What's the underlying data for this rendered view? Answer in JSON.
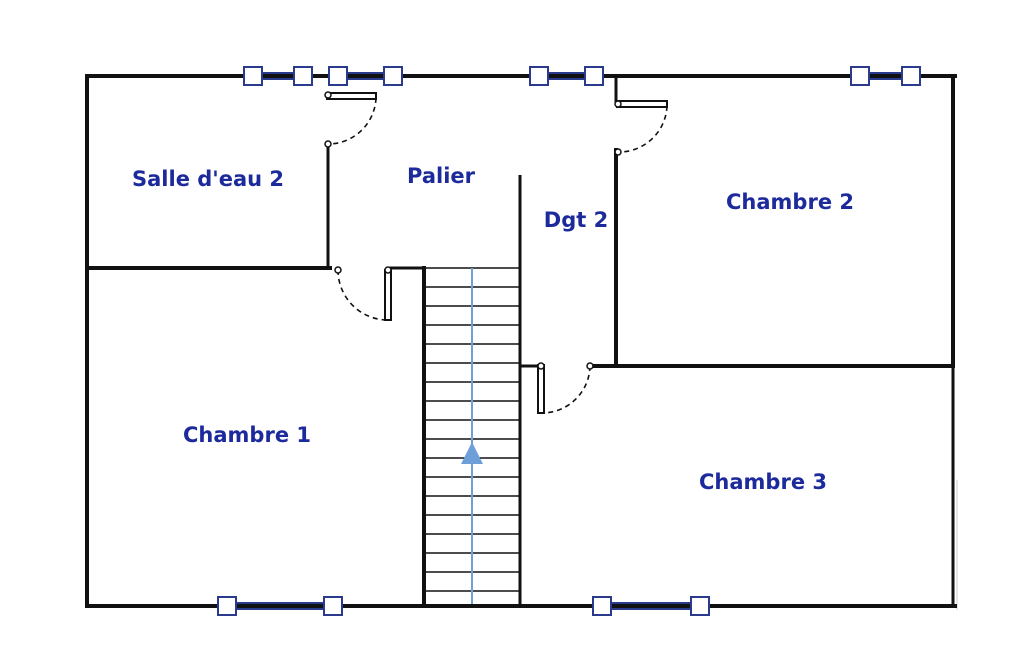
{
  "plan": {
    "rooms": [
      {
        "id": "salle-deau-2",
        "label": "Salle d'eau 2"
      },
      {
        "id": "palier",
        "label": "Palier"
      },
      {
        "id": "dgt-2",
        "label": "Dgt 2"
      },
      {
        "id": "chambre-2",
        "label": "Chambre 2"
      },
      {
        "id": "chambre-1",
        "label": "Chambre 1"
      },
      {
        "id": "chambre-3",
        "label": "Chambre 3"
      }
    ],
    "colors": {
      "label": "#1c2a9c",
      "wall": "#111111",
      "window": "#2a3a8c",
      "stair_axis": "#6e9fd8"
    },
    "icons": [
      "window-icon",
      "door-swing-icon",
      "stair-direction-arrow-icon"
    ]
  }
}
